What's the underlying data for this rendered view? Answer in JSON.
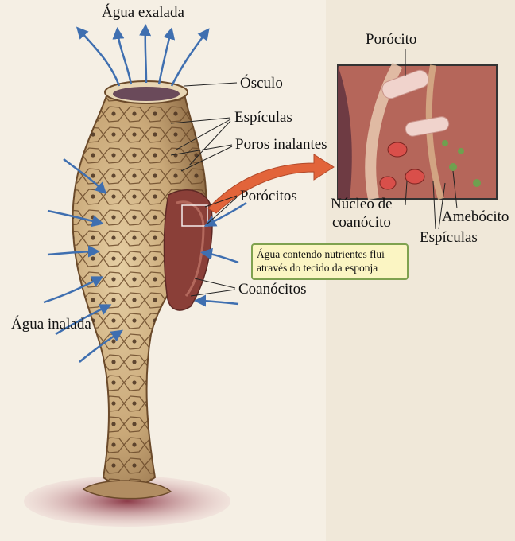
{
  "labels": {
    "agua_exalada": "Água exalada",
    "osculo": "Ósculo",
    "espiculas": "Espículas",
    "poros_inalantes": "Poros inalantes",
    "porocitos": "Porócitos",
    "coanocitos": "Coanócitos",
    "agua_inalada": "Água inalada",
    "porocito": "Porócito",
    "nucleo_line1": "Núcleo de",
    "nucleo_line2": "coanócito",
    "amebocito": "Amebócito",
    "espiculas_detail": "Espículas"
  },
  "callout": {
    "line1": "Água contendo nutrientes flui",
    "line2": "através do tecido da esponja"
  },
  "colors": {
    "water_arrow": "#3f6fb0",
    "sponge_body": "#c9a878",
    "sponge_cut": "#8a3f38",
    "callout_bg": "#fbf5c3",
    "callout_border": "#7fa24f",
    "detail_arrow": "#e2643a"
  }
}
